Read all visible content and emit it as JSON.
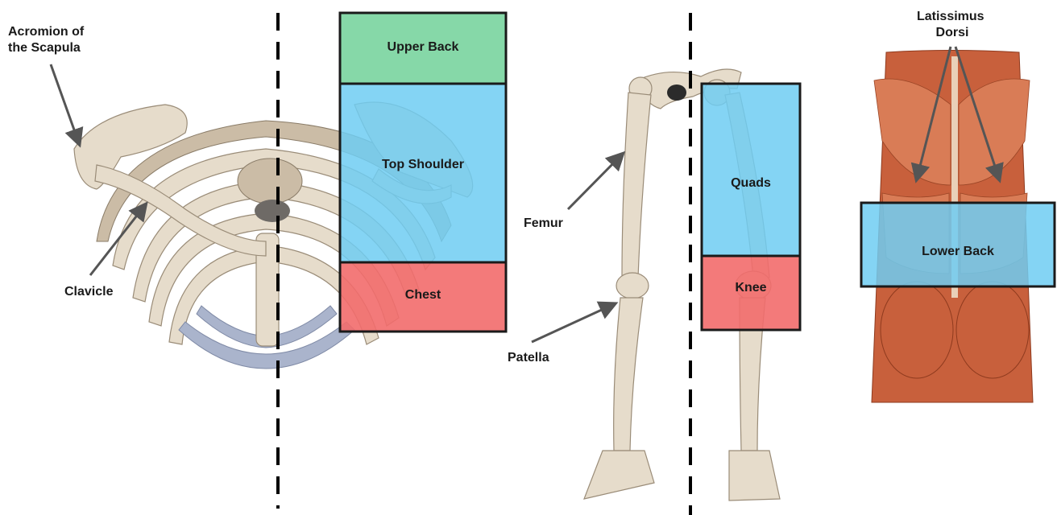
{
  "labels": {
    "acromion": [
      "Acromion of",
      "the Scapula"
    ],
    "clavicle": "Clavicle",
    "femur": "Femur",
    "patella": "Patella",
    "latissimus": [
      "Latissimus",
      "Dorsi"
    ]
  },
  "regions": {
    "upper_back": "Upper Back",
    "top_shoulder": "Top Shoulder",
    "chest": "Chest",
    "quads": "Quads",
    "knee": "Knee",
    "lower_back": "Lower Back"
  },
  "colors": {
    "green_region": "#7fd6a3",
    "blue_region": "#6fcdf2",
    "red_region": "#f26b6b",
    "box_border": "#1a1a1a"
  }
}
